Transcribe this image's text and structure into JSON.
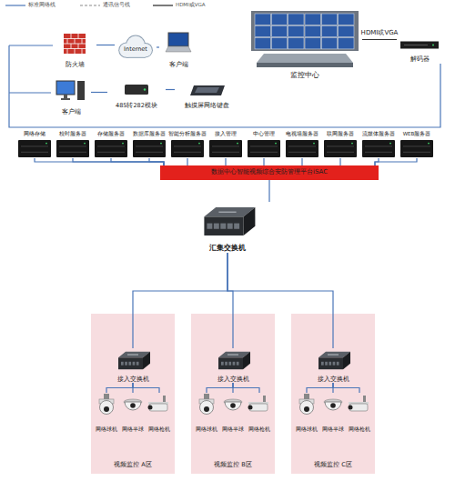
{
  "diagram": {
    "nodes": [
      {
        "text": [
          "防火墙"
        ]
      },
      {
        "text": [
          "Internet"
        ]
      },
      {
        "text": [
          "客户端"
        ]
      },
      {
        "text": [
          "监控中心"
        ]
      },
      {
        "text": [
          "解码器"
        ]
      },
      {
        "text": [
          "客户端"
        ]
      },
      {
        "text": [
          "485转282模块"
        ]
      },
      {
        "text": [
          "触摸屏网络键盘"
        ]
      },
      {
        "text": [
          "网络存储"
        ]
      },
      {
        "text": [
          "校时服务器"
        ]
      },
      {
        "text": [
          "存储服务器"
        ]
      },
      {
        "text": [
          "数据库服务器"
        ]
      },
      {
        "text": [
          "智能分析服务器"
        ]
      },
      {
        "text": [
          "接入管理"
        ]
      },
      {
        "text": [
          "中心管理"
        ]
      },
      {
        "text": [
          "电视墙服务器"
        ]
      },
      {
        "text": [
          "联网服务器"
        ]
      },
      {
        "text": [
          "流媒体服务器"
        ]
      },
      {
        "text": [
          "WEB服务器"
        ]
      },
      {
        "text": [
          "数据中心智能视频综合安防管理平台iSAC"
        ]
      },
      {
        "text": [
          "汇集交换机"
        ]
      },
      {
        "text": [
          "视频监控 A区"
        ]
      },
      {
        "text": [
          "接入交换机"
        ],
        "in": 21
      },
      {
        "text": [
          "网络球机"
        ],
        "in": 21
      },
      {
        "text": [
          "网络半球"
        ],
        "in": 21
      },
      {
        "text": [
          "网络枪机"
        ],
        "in": 21
      },
      {
        "text": [
          "视频监控 B区"
        ]
      },
      {
        "text": [
          "接入交换机"
        ],
        "in": 26
      },
      {
        "text": [
          "网络球机"
        ],
        "in": 26
      },
      {
        "text": [
          "网络半球"
        ],
        "in": 26
      },
      {
        "text": [
          "网络枪机"
        ],
        "in": 26
      },
      {
        "text": [
          "视频监控 C区"
        ]
      },
      {
        "text": [
          "接入交换机"
        ],
        "in": 31
      },
      {
        "text": [
          "网络球机"
        ],
        "in": 31
      },
      {
        "text": [
          "网络半球"
        ],
        "in": 31
      },
      {
        "text": [
          "网络枪机"
        ],
        "in": 31
      }
    ],
    "edges": [
      {
        "from": 0,
        "to": 1,
        "arrow": "none"
      },
      {
        "from": 1,
        "to": 2,
        "arrow": "none"
      },
      {
        "from": 5,
        "to": 6,
        "arrow": "none"
      },
      {
        "from": 6,
        "to": 7,
        "arrow": "none"
      },
      {
        "from": 3,
        "to": 4,
        "arrow": "none",
        "label": "HDMI或VGA"
      },
      {
        "from": 8,
        "to": 19,
        "arrow": "none"
      },
      {
        "from": 9,
        "to": 19,
        "arrow": "none"
      },
      {
        "from": 10,
        "to": 19,
        "arrow": "none"
      },
      {
        "from": 11,
        "to": 19,
        "arrow": "none"
      },
      {
        "from": 12,
        "to": 19,
        "arrow": "none"
      },
      {
        "from": 13,
        "to": 19,
        "arrow": "none"
      },
      {
        "from": 14,
        "to": 19,
        "arrow": "none"
      },
      {
        "from": 15,
        "to": 19,
        "arrow": "none"
      },
      {
        "from": 16,
        "to": 19,
        "arrow": "none"
      },
      {
        "from": 17,
        "to": 19,
        "arrow": "none"
      },
      {
        "from": 18,
        "to": 19,
        "arrow": "none"
      },
      {
        "from": 19,
        "to": 20,
        "arrow": "none"
      },
      {
        "from": 20,
        "to": 22,
        "arrow": "none"
      },
      {
        "from": 20,
        "to": 27,
        "arrow": "none"
      },
      {
        "from": 20,
        "to": 32,
        "arrow": "none"
      },
      {
        "from": 22,
        "to": 23,
        "arrow": "none"
      },
      {
        "from": 22,
        "to": 24,
        "arrow": "none"
      },
      {
        "from": 22,
        "to": 25,
        "arrow": "none"
      },
      {
        "from": 27,
        "to": 28,
        "arrow": "none"
      },
      {
        "from": 27,
        "to": 29,
        "arrow": "none"
      },
      {
        "from": 27,
        "to": 30,
        "arrow": "none"
      },
      {
        "from": 32,
        "to": 33,
        "arrow": "none"
      },
      {
        "from": 32,
        "to": 34,
        "arrow": "none"
      },
      {
        "from": 32,
        "to": 35,
        "arrow": "none"
      }
    ],
    "legend": [
      {
        "text": "标准网络线"
      },
      {
        "text": "通讯信号线"
      },
      {
        "text": "HDMI或VGA"
      }
    ]
  }
}
